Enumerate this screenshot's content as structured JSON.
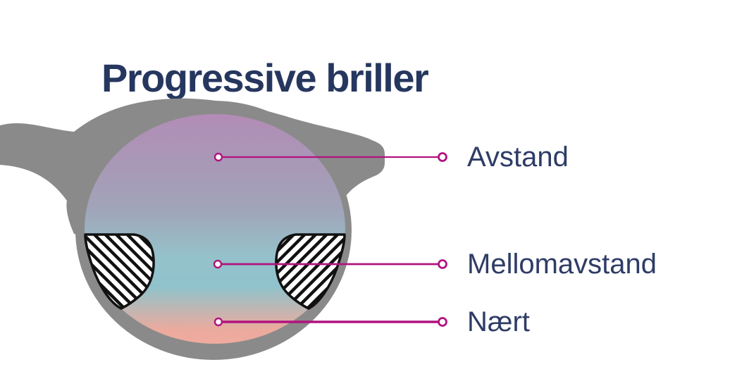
{
  "title": "Progressive briller",
  "callouts": [
    {
      "label": "Avstand",
      "zone": "top-distance-zone"
    },
    {
      "label": "Mellomavstand",
      "zone": "middle-intermediate-zone"
    },
    {
      "label": "Nært",
      "zone": "bottom-near-zone"
    }
  ],
  "illustration": {
    "subject": "progressive-eyeglass-lens-cross-section",
    "hatched_areas": "peripheral-blur-zones-left-and-right"
  },
  "colors": {
    "background": "#ffffff",
    "title_navy": "#26375f",
    "label_navy": "#2e3c66",
    "callout_magenta": "#b1137e",
    "frame_gray": "#8a8a8a",
    "hatch_black": "#111111",
    "lens_gradient_top": "#b28cb6",
    "lens_gradient_upper_mid": "#a1a3b8",
    "lens_gradient_lower_mid": "#8fc3cc",
    "lens_gradient_bottom": "#eeab9e"
  }
}
